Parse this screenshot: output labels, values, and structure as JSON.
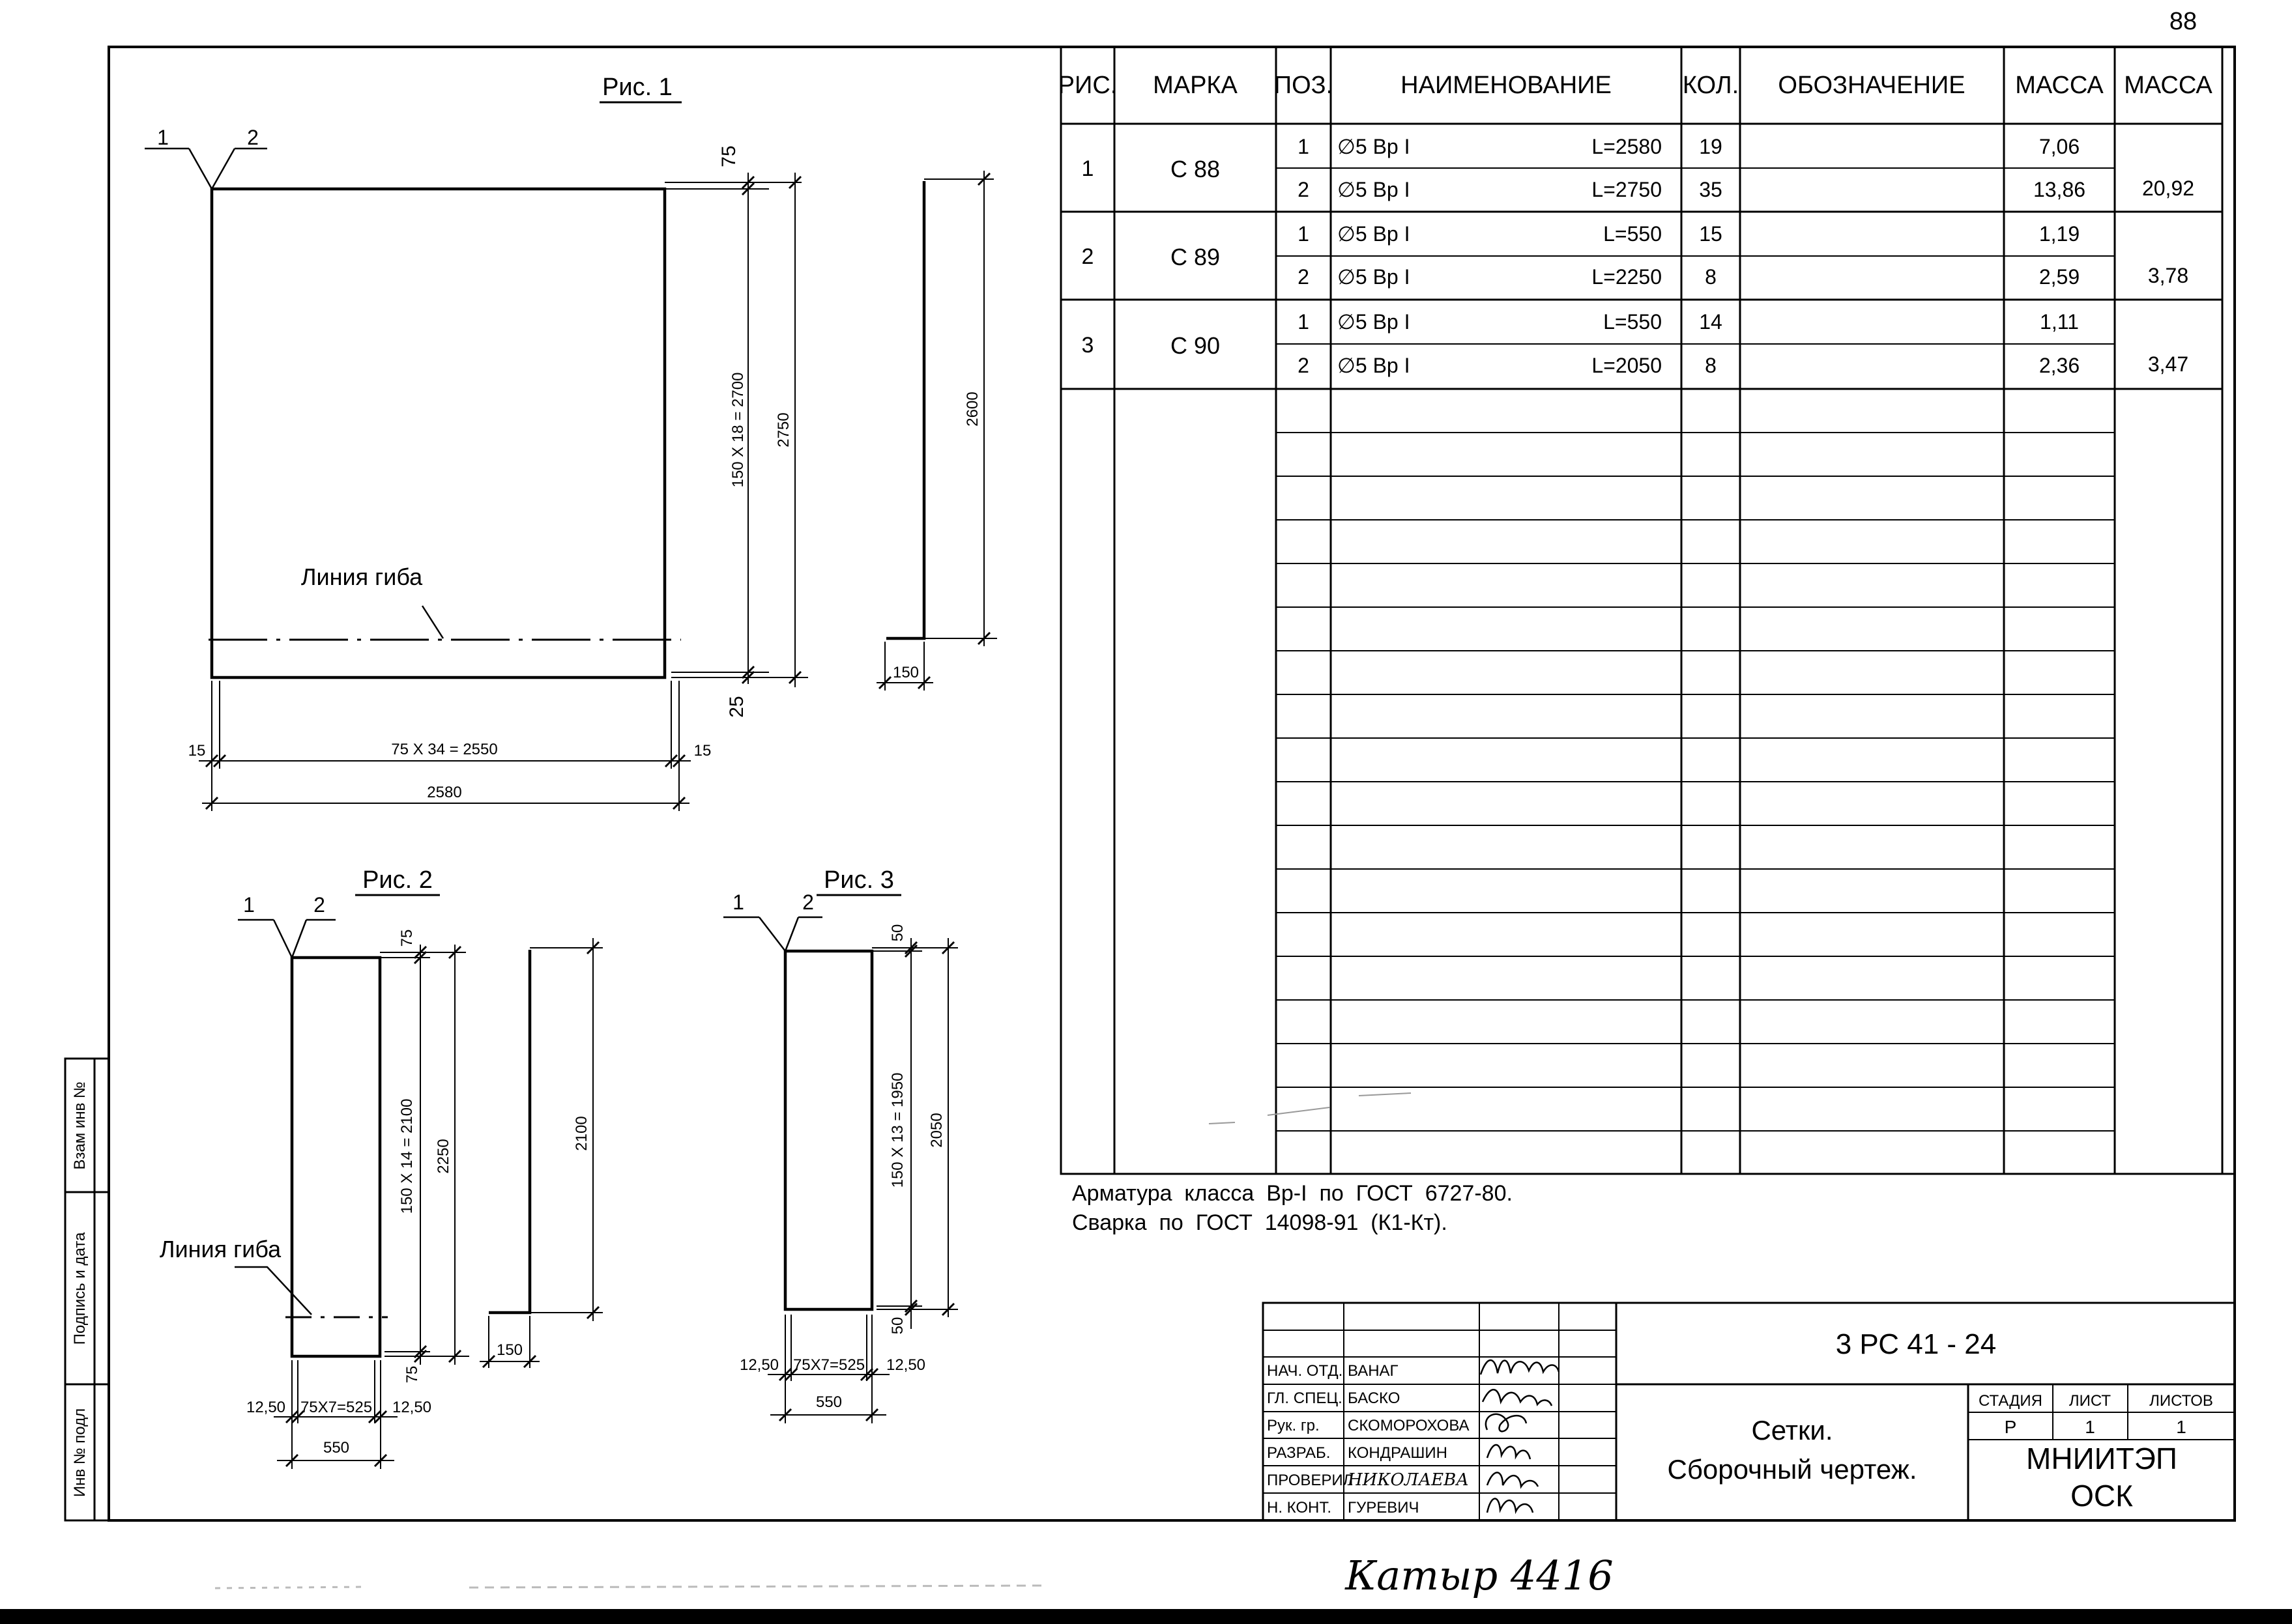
{
  "page_number": "88",
  "figures": {
    "fig1": {
      "title": "Рис. 1",
      "callout_1": "1",
      "callout_2": "2",
      "bend_line_label": "Линия гиба",
      "dim_top_offset": "75",
      "dim_bottom_offset": "25",
      "dim_pitch_vertical": "150 X 18 = 2700",
      "dim_height": "2750",
      "dim_side_height": "2600",
      "dim_side_bend": "150",
      "dim_edge_left": "15",
      "dim_edge_right": "15",
      "dim_pitch_horizontal": "75 X 34 = 2550",
      "dim_width": "2580"
    },
    "fig2": {
      "title": "Рис. 2",
      "callout_1": "1",
      "callout_2": "2",
      "bend_line_label": "Линия гиба",
      "dim_top_offset": "75",
      "dim_bottom_offset": "75",
      "dim_pitch_vertical": "150 X 14 = 2100",
      "dim_height": "2250",
      "dim_side_height": "2100",
      "dim_side_bend": "150",
      "dim_edge_left": "12,50",
      "dim_edge_right": "12,50",
      "dim_pitch_horizontal": "75X7=525",
      "dim_width": "550"
    },
    "fig3": {
      "title": "Рис. 3",
      "callout_1": "1",
      "callout_2": "2",
      "dim_top_offset": "50",
      "dim_bottom_offset": "50",
      "dim_pitch_vertical": "150 X 13 = 1950",
      "dim_height": "2050",
      "dim_edge_left": "12,50",
      "dim_edge_right": "12,50",
      "dim_pitch_horizontal": "75X7=525",
      "dim_width": "550"
    }
  },
  "spec_table": {
    "headers": [
      "РИС.",
      "МАРКА",
      "ПОЗ.",
      "НАИМЕНОВАНИЕ",
      "КОЛ.",
      "ОБОЗНАЧЕНИЕ",
      "МАССА",
      "МАССА"
    ],
    "groups": [
      {
        "fig": "1",
        "mark": "С 88",
        "total_mass": "20,92",
        "rows": [
          {
            "pos": "1",
            "name": "∅5 Вр I",
            "length": "L=2580",
            "qty": "19",
            "mass": "7,06"
          },
          {
            "pos": "2",
            "name": "∅5 Вр I",
            "length": "L=2750",
            "qty": "35",
            "mass": "13,86"
          }
        ]
      },
      {
        "fig": "2",
        "mark": "С 89",
        "total_mass": "3,78",
        "rows": [
          {
            "pos": "1",
            "name": "∅5 Вр I",
            "length": "L=550",
            "qty": "15",
            "mass": "1,19"
          },
          {
            "pos": "2",
            "name": "∅5 Вр I",
            "length": "L=2250",
            "qty": "8",
            "mass": "2,59"
          }
        ]
      },
      {
        "fig": "3",
        "mark": "С 90",
        "total_mass": "3,47",
        "rows": [
          {
            "pos": "1",
            "name": "∅5 Вр I",
            "length": "L=550",
            "qty": "14",
            "mass": "1,11"
          },
          {
            "pos": "2",
            "name": "∅5 Вр I",
            "length": "L=2050",
            "qty": "8",
            "mass": "2,36"
          }
        ]
      }
    ]
  },
  "notes": [
    "Арматура  класса  Вр-I  по  ГОСТ  6727-80.",
    "Сварка  по  ГОСТ  14098-91  (К1-Кт)."
  ],
  "side_stamp": {
    "field_1": "Взам инв №",
    "field_2": "Подпись и дата",
    "field_3": "Инв № подл"
  },
  "title_block": {
    "drawing_code": "3 РС 41 - 24",
    "title_line_1": "Сетки.",
    "title_line_2": "Сборочный чертеж.",
    "stage_label": "СТАДИЯ",
    "sheet_label": "ЛИСТ",
    "sheets_label": "ЛИСТОВ",
    "stage_value": "Р",
    "sheet_value": "1",
    "sheets_value": "1",
    "org_line_1": "МНИИТЭП",
    "org_line_2": "ОСК",
    "signatures": [
      {
        "role": "НАЧ. ОТД.",
        "name": "ВАНАГ",
        "sign": "Ш.Ванаг"
      },
      {
        "role": "ГЛ. СПЕЦ.",
        "name": "БАСКО",
        "sign": "Баско"
      },
      {
        "role": "Рук. гр.",
        "name": "СКОМОРОХОВА",
        "sign": "Ском"
      },
      {
        "role": "РАЗРАБ.",
        "name": "КОНДРАШИН",
        "sign": "Конд"
      },
      {
        "role": "ПРОВЕРИЛ",
        "name": "НИКОЛАЕВА",
        "sign": "Ник"
      },
      {
        "role": "Н. КОНТ.",
        "name": "ГУРЕВИЧ",
        "sign": "Гур"
      }
    ]
  },
  "bottom_note": "Катыр 4416"
}
